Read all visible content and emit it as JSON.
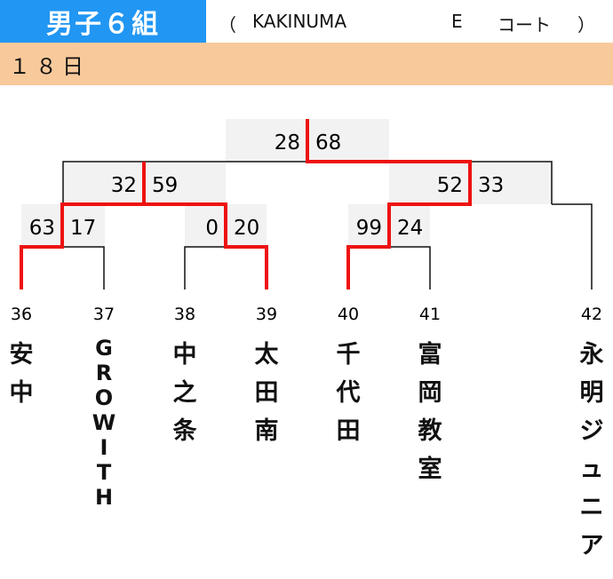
{
  "header": {
    "title": "男子６組",
    "paren_open": "（",
    "venue": "KAKINUMA",
    "court_letter": "E",
    "court_word": "コート",
    "paren_close": "）"
  },
  "day": "１８日",
  "scores": {
    "final_left": "28",
    "final_right": "68",
    "semi1_left": "32",
    "semi1_right": "59",
    "semi2_left": "52",
    "semi2_right": "33",
    "qf1_left": "63",
    "qf1_right": "17",
    "qf2_left": "0",
    "qf2_right": "20",
    "qf3_left": "99",
    "qf3_right": "24"
  },
  "teams": [
    {
      "num": "36",
      "name": "安中"
    },
    {
      "num": "37",
      "name": "GROWITH"
    },
    {
      "num": "38",
      "name": "中之条"
    },
    {
      "num": "39",
      "name": "太田南"
    },
    {
      "num": "40",
      "name": "千代田"
    },
    {
      "num": "41",
      "name": "富岡教室"
    },
    {
      "num": "42",
      "name": "永明ジュニア"
    }
  ],
  "colors": {
    "title_bg": "#2196f3",
    "day_bg": "#f8c99a",
    "win_line": "#ee1111",
    "score_bg": "#f2f2f2"
  }
}
